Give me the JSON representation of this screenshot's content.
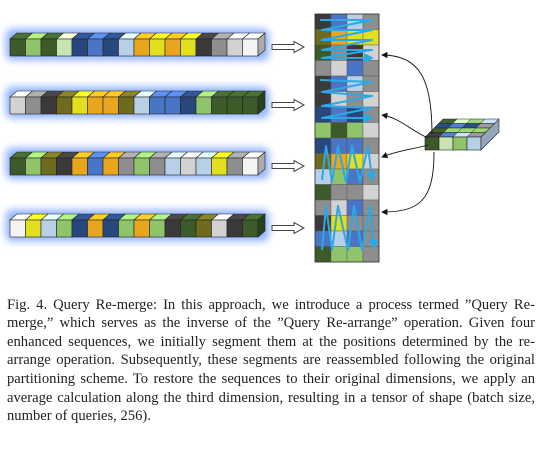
{
  "figure": {
    "palette": {
      "dark_green": "#3c5a2a",
      "light_green": "#8fc46a",
      "pale_green": "#c8e4b0",
      "dark_blue": "#27477d",
      "mid_blue": "#4a74c4",
      "light_blue": "#b8cfe8",
      "orange": "#e8a51e",
      "yellow": "#e2df1e",
      "olive": "#6e6a1e",
      "dark_gray": "#3a3a3a",
      "mid_gray": "#8e8e8e",
      "light_gray": "#d2d2d2",
      "white": "#f4f4f4",
      "glow_blue": "#2f6fff",
      "arrow_cyan": "#2da8e6"
    },
    "sequences": [
      [
        "dark_green",
        "light_green",
        "dark_green",
        "pale_green",
        "dark_blue",
        "mid_blue",
        "dark_blue",
        "light_blue",
        "orange",
        "yellow",
        "orange",
        "yellow",
        "dark_gray",
        "mid_gray",
        "light_gray",
        "white"
      ],
      [
        "light_gray",
        "mid_gray",
        "dark_gray",
        "olive",
        "yellow",
        "orange",
        "orange",
        "olive",
        "light_blue",
        "mid_blue",
        "mid_blue",
        "dark_blue",
        "light_green",
        "dark_green",
        "dark_green",
        "dark_green"
      ],
      [
        "dark_green",
        "light_green",
        "olive",
        "dark_gray",
        "orange",
        "mid_blue",
        "orange",
        "mid_gray",
        "light_green",
        "mid_gray",
        "light_blue",
        "light_gray",
        "light_blue",
        "yellow",
        "mid_gray",
        "white"
      ],
      [
        "white",
        "yellow",
        "light_blue",
        "light_green",
        "dark_blue",
        "orange",
        "dark_blue",
        "light_green",
        "orange",
        "light_green",
        "dark_gray",
        "dark_green",
        "olive",
        "light_gray",
        "dark_gray",
        "dark_green"
      ]
    ],
    "tensor_cells": [
      [
        "dark_gray",
        "mid_blue",
        "light_blue",
        "mid_gray"
      ],
      [
        "dark_green",
        "light_green",
        "light_green",
        "light_green"
      ],
      [
        "dark_blue",
        "mid_blue",
        "dark_blue",
        "mid_gray"
      ],
      [
        "dark_green",
        "pale_green",
        "light_green",
        "light_blue"
      ]
    ],
    "column_blocks": [
      [
        "dark_gray",
        "mid_blue",
        "light_blue",
        "mid_gray"
      ],
      [
        "olive",
        "orange",
        "yellow",
        "yellow"
      ],
      [
        "dark_green",
        "mid_gray",
        "dark_gray",
        "light_gray"
      ],
      [
        "mid_gray",
        "light_gray",
        "mid_blue",
        "mid_gray"
      ],
      [
        "dark_gray",
        "mid_blue",
        "light_blue",
        "mid_gray"
      ],
      [
        "dark_gray",
        "light_gray",
        "mid_gray",
        "light_gray"
      ],
      [
        "dark_blue",
        "mid_blue",
        "dark_blue",
        "mid_gray"
      ],
      [
        "light_green",
        "dark_green",
        "light_green",
        "light_gray"
      ],
      [
        "dark_blue",
        "mid_blue",
        "mid_blue",
        "mid_gray"
      ],
      [
        "olive",
        "orange",
        "yellow",
        "light_gray"
      ],
      [
        "light_blue",
        "light_green",
        "mid_blue",
        "mid_gray"
      ],
      [
        "dark_green",
        "mid_gray",
        "mid_gray",
        "light_gray"
      ],
      [
        "mid_gray",
        "light_gray",
        "mid_blue",
        "mid_gray"
      ],
      [
        "dark_gray",
        "yellow",
        "mid_gray",
        "mid_gray"
      ],
      [
        "mid_blue",
        "light_blue",
        "mid_blue",
        "mid_gray"
      ],
      [
        "dark_green",
        "light_green",
        "light_green",
        "mid_gray"
      ]
    ]
  },
  "caption": {
    "label": "Fig. 4.",
    "text": "Query Re-merge: In this approach, we introduce a process termed ”Query Re-merge,” which serves as the inverse of the ”Query Re-arrange” operation. Given four enhanced sequences, we initially segment them at the positions determined by the re-arrange operation. Subsequently, these segments are reassembled following the original partitioning scheme. To restore the sequences to their original dimensions, we apply an average calculation along the third dimension, resulting in a tensor of shape (batch size, number of queries, 256)."
  }
}
